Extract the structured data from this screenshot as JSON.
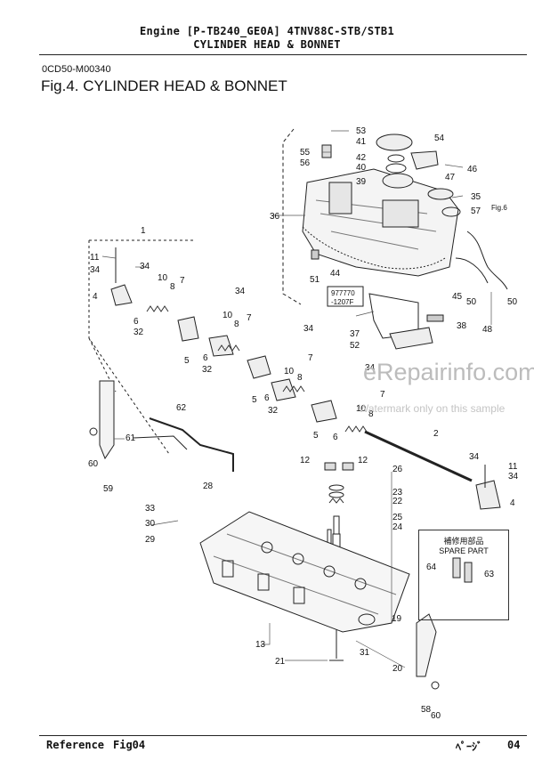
{
  "header": {
    "line1": "Engine [P-TB240_GE0A]   4TNV88C-STB/STB1",
    "line2": "CYLINDER HEAD & BONNET"
  },
  "doc_code": "0CD50-M00340",
  "figure_title": "Fig.4.  CYLINDER HEAD & BONNET",
  "watermark": {
    "main": "eRepairinfo.com",
    "sub": "Watermark only on this sample"
  },
  "spare_part": {
    "label_jp": "補修用部品",
    "label_en": "SPARE PART",
    "numbers": [
      "64",
      "63"
    ]
  },
  "part_tag": {
    "line1": "977770",
    "line2": "-1207F"
  },
  "fig_reference": "Fig.6",
  "footer": {
    "reference": "Reference",
    "figure": "Fig04",
    "page_label": "ﾍﾟｰｼﾞ",
    "page_number": "04"
  },
  "callouts": [
    "1",
    "2",
    "4",
    "5",
    "6",
    "7",
    "8",
    "10",
    "11",
    "12",
    "13",
    "19",
    "20",
    "21",
    "22",
    "23",
    "24",
    "25",
    "26",
    "28",
    "29",
    "30",
    "31",
    "32",
    "33",
    "34",
    "35",
    "36",
    "37",
    "38",
    "39",
    "40",
    "41",
    "42",
    "44",
    "45",
    "46",
    "47",
    "48",
    "50",
    "51",
    "52",
    "53",
    "54",
    "55",
    "56",
    "57",
    "58",
    "59",
    "60",
    "61",
    "62"
  ]
}
